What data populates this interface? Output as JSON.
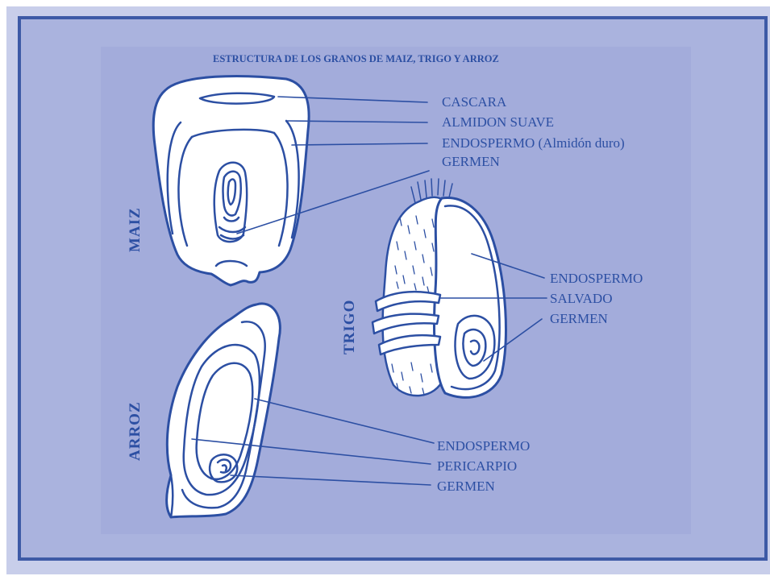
{
  "title": "ESTRUCTURA DE LOS GRANOS DE MAIZ, TRIGO Y ARROZ",
  "grains": {
    "maiz": {
      "name": "MAIZ",
      "labels": [
        "CASCARA",
        "ALMIDON SUAVE",
        "ENDOSPERMO (Almidón duro)",
        "GERMEN"
      ]
    },
    "trigo": {
      "name": "TRIGO",
      "labels": [
        "ENDOSPERMO",
        "SALVADO",
        "GERMEN"
      ]
    },
    "arroz": {
      "name": "ARROZ",
      "labels": [
        "ENDOSPERMO",
        "PERICARPIO",
        "GERMEN"
      ]
    }
  },
  "colors": {
    "ink": "#2c4fa3",
    "border": "#3d5aa6",
    "panel": "#aab3de",
    "grain_fill": "#ffffff"
  }
}
